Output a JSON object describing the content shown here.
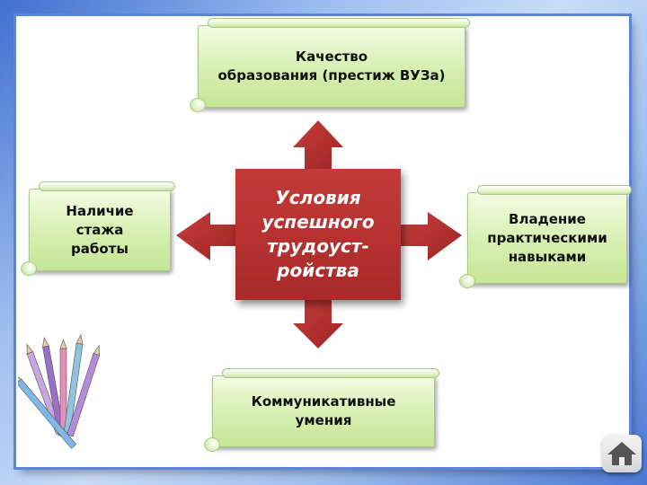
{
  "diagram": {
    "center": {
      "label": "Условия\nуспешного\nтрудоуст-\nройства"
    },
    "nodes": [
      {
        "id": "top",
        "label": "Качество\nобразования (престиж ВУЗа)"
      },
      {
        "id": "left",
        "label": "Наличие\nстажа\nработы"
      },
      {
        "id": "right",
        "label": "Владение\nпрактическими\nнавыками"
      },
      {
        "id": "bottom",
        "label": "Коммуникативные\nумения"
      }
    ]
  },
  "colors": {
    "center_fill": "#b22f2f",
    "scroll_fill": "#d6efb0",
    "frame_border": "#5b86d8"
  },
  "icons": [
    "pencils-clipart",
    "home-icon"
  ]
}
